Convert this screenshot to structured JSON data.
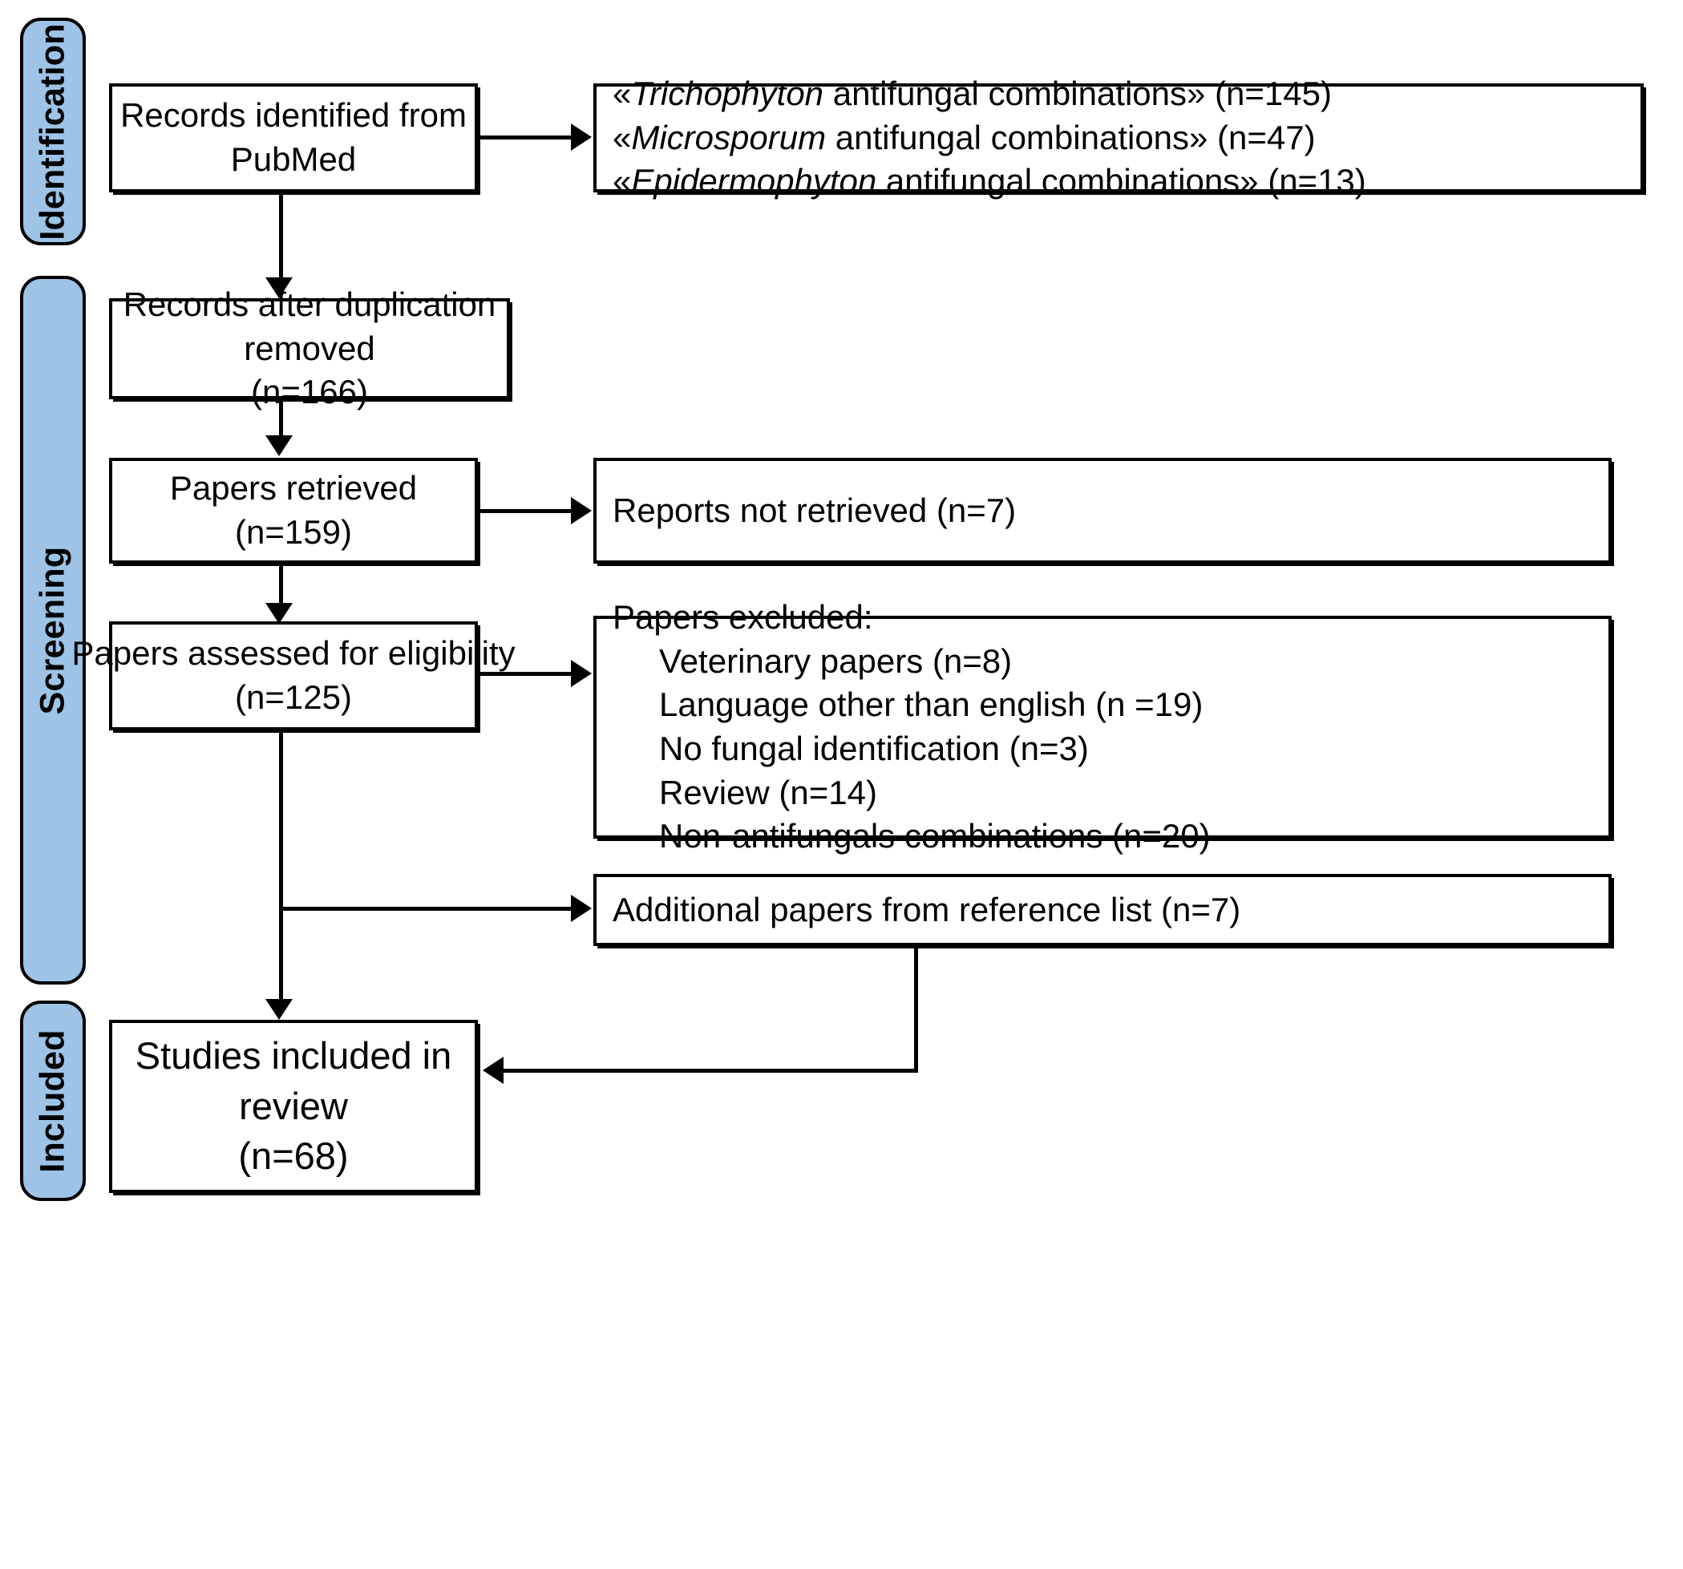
{
  "diagram": {
    "type": "prisma-flow-diagram",
    "accent_color": "#9DC3E6",
    "border_color": "#000000",
    "background_color": "#FFFFFF"
  },
  "phases": [
    {
      "id": "identification",
      "label": "Identification"
    },
    {
      "id": "screening",
      "label": "Screening"
    },
    {
      "id": "included",
      "label": "Included"
    }
  ],
  "boxes": {
    "records_identified": {
      "line1": "Records identified from",
      "line2": "PubMed"
    },
    "search_queries": {
      "query1_term": "Trichophyton",
      "query1_rest": " antifungal combinations» (n=145)",
      "query1_open": "«",
      "query2_term": "Microsporum",
      "query2_rest": " antifungal combinations» (n=47)",
      "query2_open": "«",
      "query3_term": "Epidermophyton",
      "query3_rest": " antifungal combinations» (n=13)",
      "query3_open": "«"
    },
    "records_after_duplication": {
      "line1": "Records after duplication",
      "line2": "removed",
      "line3": "(n=166)"
    },
    "papers_retrieved": {
      "line1": "Papers retrieved",
      "line2": "(n=159)"
    },
    "reports_not_retrieved": {
      "line1": "Reports not retrieved (n=7)"
    },
    "papers_assessed": {
      "line1": "Papers assessed for eligibility",
      "line2": "(n=125)"
    },
    "papers_excluded": {
      "heading": "Papers excluded:",
      "item1": "Veterinary papers (n=8)",
      "item2": "Language other than english (n =19)",
      "item3": "No fungal identification (n=3)",
      "item4": "Review (n=14)",
      "item5": "Non-antifungals combinations (n=20)"
    },
    "additional_papers": {
      "line1": "Additional papers from reference list (n=7)"
    },
    "studies_included": {
      "line1": "Studies included in",
      "line2": "review",
      "line3": "(n=68)"
    }
  },
  "counts": {
    "trichophyton": 145,
    "microsporum": 47,
    "epidermophyton": 13,
    "after_duplication": 166,
    "retrieved": 159,
    "not_retrieved": 7,
    "assessed": 125,
    "excluded_veterinary": 8,
    "excluded_language": 19,
    "excluded_no_fungal_id": 3,
    "excluded_review": 14,
    "excluded_non_antifungal": 20,
    "additional_from_references": 7,
    "included": 68
  }
}
